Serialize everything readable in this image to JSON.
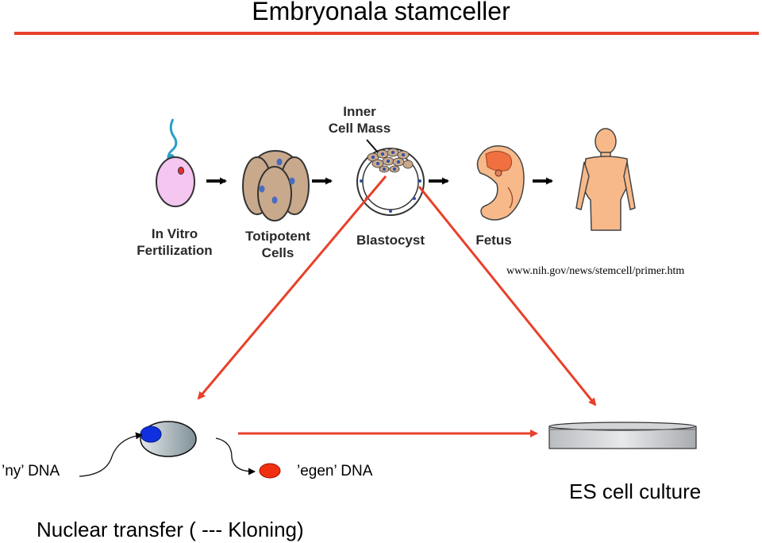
{
  "title": "Embryonala stamceller",
  "stages": {
    "ivf": "In Vitro\nFertilization",
    "totipotent": "Totipotent\nCells",
    "inner_cell_mass": "Inner\nCell Mass",
    "blastocyst": "Blastocyst",
    "fetus": "Fetus"
  },
  "source_url": "www.nih.gov/news/stemcell/primer.htm",
  "labels": {
    "ny_dna": "’ny’ DNA",
    "egen_dna": "’egen’ DNA",
    "es_culture": "ES cell culture",
    "nuclear_transfer": "Nuclear transfer ( --- Kloning)"
  },
  "colors": {
    "accent_red": "#e8402a",
    "nucleus_blue": "#1030e0",
    "nucleus_red": "#f03010",
    "skin": "#f7b98a",
    "egg_pink": "#f4c6f0",
    "cell_tan": "#c9a98c"
  }
}
